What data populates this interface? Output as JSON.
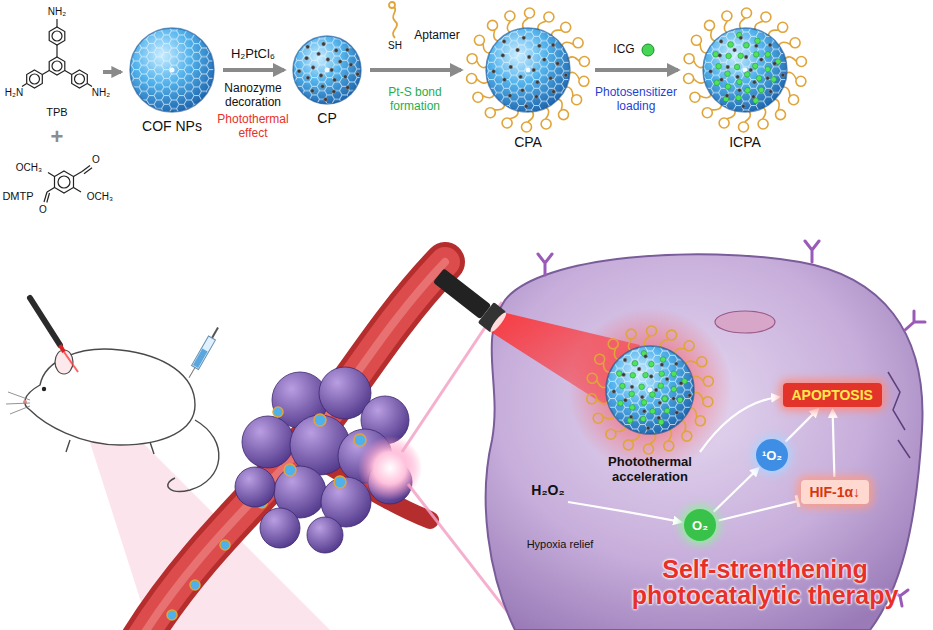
{
  "diagram": {
    "nodes": [
      {
        "text": [
          "COF NPs"
        ]
      },
      {
        "text": [
          "CP"
        ]
      },
      {
        "text": [
          "CPA"
        ]
      },
      {
        "text": [
          "ICPA"
        ]
      },
      {
        "text": [
          "O₂"
        ]
      },
      {
        "text": [
          "¹O₂"
        ]
      },
      {
        "text": [
          "APOPTOSIS"
        ]
      },
      {
        "text": [
          "HIF-1α↓"
        ]
      }
    ],
    "edges": [
      {
        "from": 0,
        "to": 1,
        "arrow": "to"
      },
      {
        "from": 1,
        "to": 2,
        "arrow": "to"
      },
      {
        "from": 2,
        "to": 3,
        "arrow": "to"
      },
      {
        "from": 4,
        "to": 5,
        "arrow": "to"
      },
      {
        "from": 5,
        "to": 6,
        "arrow": "to"
      },
      {
        "from": 7,
        "to": 6,
        "arrow": "to"
      },
      {
        "from": 4,
        "to": 7,
        "arrow": "to"
      }
    ],
    "labels": [
      "NH₂",
      "H₂N",
      "NH₂",
      "TPB",
      "+",
      "OCH₃",
      "O",
      "O",
      "OCH₃",
      "DMTP",
      "H₂PtCl₆",
      "Nanozyme decoration",
      "Photothermal effect",
      "SH",
      "Aptamer",
      "Pt-S bond formation",
      "ICG",
      "Photosensitizer loading",
      "Photothermal acceleration",
      "H₂O₂",
      "Hypoxia relief",
      "Self-strenthening photocatalytic therapy"
    ]
  }
}
